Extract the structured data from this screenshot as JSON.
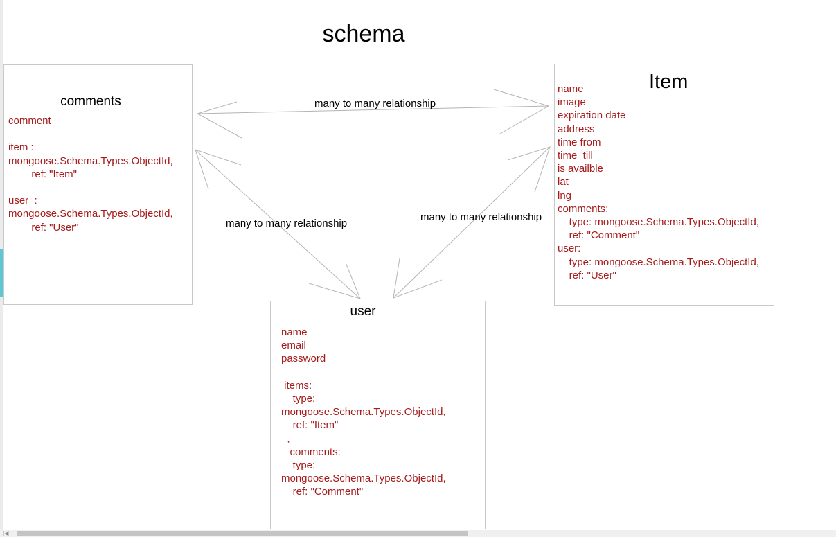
{
  "title": "schema",
  "boxes": {
    "comments": {
      "title": "comments",
      "fields": "comment\n\nitem :\nmongoose.Schema.Types.ObjectId,\n        ref: \"Item\"\n\nuser  :\nmongoose.Schema.Types.ObjectId,\n        ref: \"User\""
    },
    "item": {
      "title": "Item",
      "fields": "name\nimage\nexpiration date\naddress\ntime from\ntime  till\nis availble\nlat\nlng\ncomments:\n    type: mongoose.Schema.Types.ObjectId,\n    ref: \"Comment\"\nuser:\n    type: mongoose.Schema.Types.ObjectId,\n    ref: \"User\""
    },
    "user": {
      "title": "user",
      "fields": "name\nemail\npassword\n\n items:\n    type:\nmongoose.Schema.Types.ObjectId,\n    ref: \"Item\"\n  ,\n   comments:\n    type:\nmongoose.Schema.Types.ObjectId,\n    ref: \"Comment\""
    }
  },
  "relationships": {
    "comments_item": "many to many relationship",
    "comments_user": "many to many relationship",
    "user_item": "many to many relationship"
  },
  "colors": {
    "field_text": "#a61c1c",
    "arrow": "#b4b4b4",
    "box_border": "#c9c9c9"
  }
}
